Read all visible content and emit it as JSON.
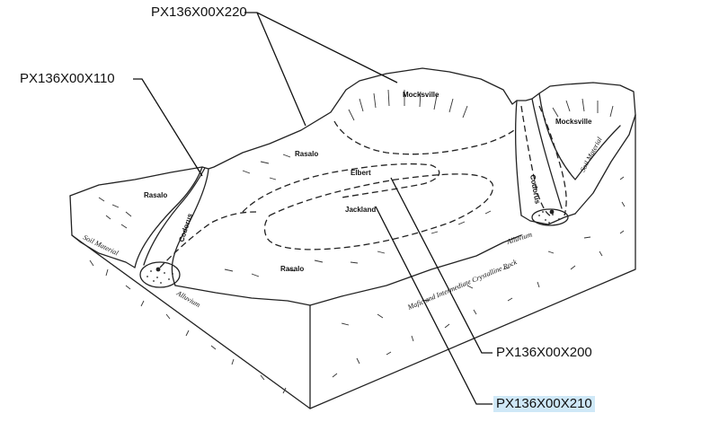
{
  "callouts": {
    "c220": "PX136X00X220",
    "c110": "PX136X00X110",
    "c200": "PX136X00X200",
    "c210": "PX136X00X210",
    "highlight_color": "#cfe8f7"
  },
  "soils": {
    "mocksville_top": "Mocksville",
    "mocksville_right": "Mocksville",
    "rasalo_upper": "Rasalo",
    "rasalo_left": "Rasalo",
    "rasalo_lower": "Rasalo",
    "elbert": "Elbert",
    "jackland": "Jackland",
    "codorus_left": "Codorus",
    "codorus_right": "Codorus"
  },
  "notes": {
    "soil_material_left": "Soil Material",
    "soil_material_right": "Soil Material",
    "alluvium_left": "Alluvium",
    "alluvium_right": "Alluvium",
    "bedrock": "Mafic and Intermediate Crystalline Rock"
  }
}
